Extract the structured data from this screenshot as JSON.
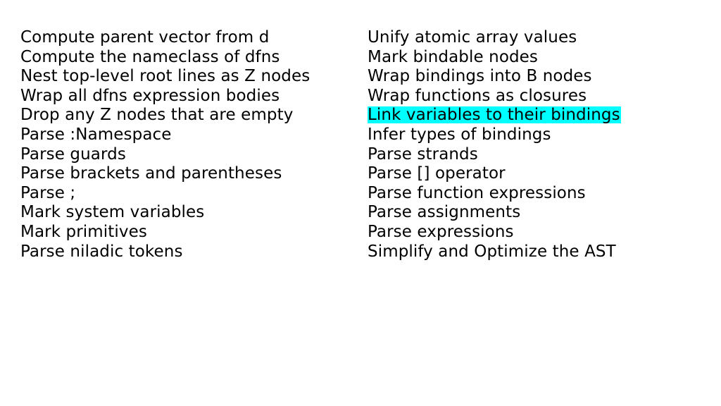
{
  "highlight_color": "#00ffff",
  "left_column": [
    "Compute parent vector from d",
    "Compute the nameclass of dfns",
    "Nest top-level root lines as Z nodes",
    "Wrap all dfns expression bodies",
    "Drop any Z nodes that are empty",
    "Parse :Namespace",
    "Parse guards",
    "Parse brackets and parentheses",
    "Parse ;",
    "Mark system variables",
    "Mark primitives",
    "Parse niladic tokens"
  ],
  "right_column": [
    "Unify atomic array values",
    "Mark bindable nodes",
    "Wrap bindings into B nodes",
    "Wrap functions as closures",
    "Link variables to their bindings",
    "Infer types of bindings",
    "Parse strands",
    "Parse [] operator",
    "Parse function expressions",
    "Parse assignments",
    "Parse expressions",
    "Simplify and Optimize the AST"
  ]
}
